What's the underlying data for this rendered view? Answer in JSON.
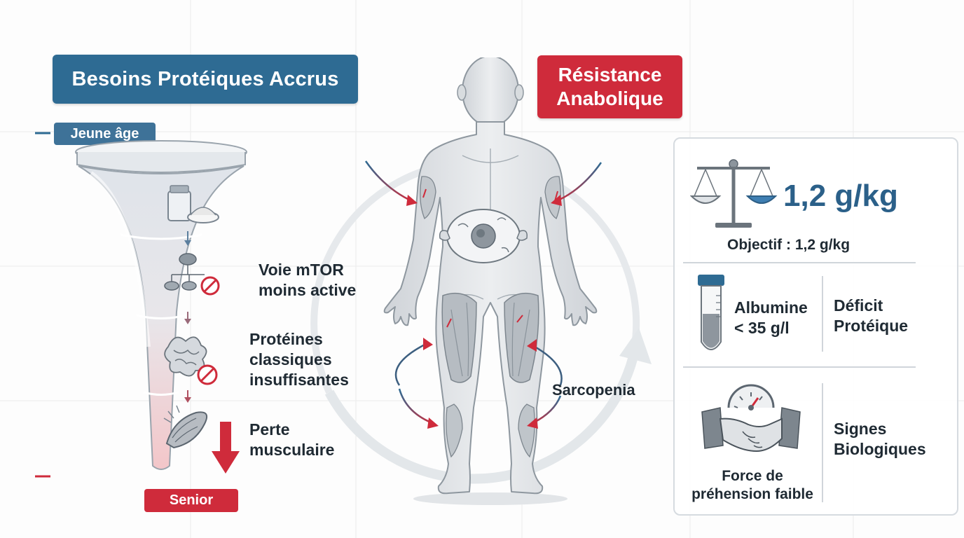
{
  "header": {
    "left_title": "Besoins Protéiques Accrus",
    "right_title_line1": "Résistance",
    "right_title_line2": "Anabolique"
  },
  "timeline": {
    "start_label": "Jeune âge",
    "end_label": "Senior"
  },
  "funnel_steps": [
    {
      "line1": "Voie mTOR",
      "line2": "moins active"
    },
    {
      "line1": "Protéines",
      "line2": "classiques",
      "line3": "insuffisantes"
    },
    {
      "line1": "Perte",
      "line2": "musculaire"
    }
  ],
  "body": {
    "annotation": "Sarcopenia"
  },
  "panel": {
    "target_value": "1,2 g/kg",
    "target_label": "Objectif : 1,2 g/kg",
    "albumin_line1": "Albumine",
    "albumin_line2": "< 35 g/l",
    "deficit_line1": "Déficit",
    "deficit_line2": "Protéique",
    "grip_line1": "Force de",
    "grip_line2": "préhension faible",
    "bio_line1": "Signes",
    "bio_line2": "Biologiques"
  },
  "colors": {
    "blue": "#2e6b93",
    "red": "#cf2b3b",
    "text": "#1f2a33"
  }
}
